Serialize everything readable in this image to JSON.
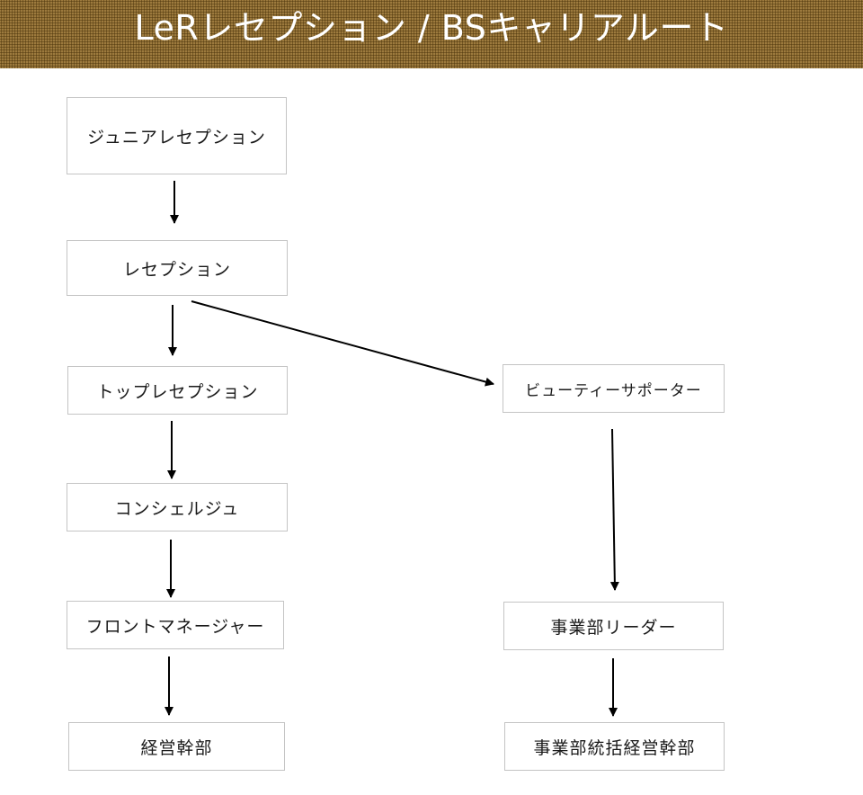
{
  "header": {
    "title": "LeRレセプション / BSキャリアルート",
    "background_color": "#8d6b2e"
  },
  "nodes": {
    "junior_reception": "ジュニアレセプション",
    "reception": "レセプション",
    "top_reception": "トップレセプション",
    "concierge": "コンシェルジュ",
    "front_manager": "フロントマネージャー",
    "executive": "経営幹部",
    "beauty_supporter": "ビューティーサポーター",
    "division_leader": "事業部リーダー",
    "division_executive": "事業部統括経営幹部"
  },
  "edges": [
    {
      "from": "junior_reception",
      "to": "reception"
    },
    {
      "from": "reception",
      "to": "top_reception"
    },
    {
      "from": "reception",
      "to": "beauty_supporter"
    },
    {
      "from": "top_reception",
      "to": "concierge"
    },
    {
      "from": "concierge",
      "to": "front_manager"
    },
    {
      "from": "front_manager",
      "to": "executive"
    },
    {
      "from": "beauty_supporter",
      "to": "division_leader"
    },
    {
      "from": "division_leader",
      "to": "division_executive"
    }
  ]
}
